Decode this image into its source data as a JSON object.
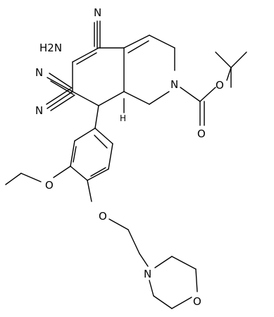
{
  "molecule": {
    "labels": {
      "amino": "H2N",
      "cyano": "N",
      "ring_nitrogen": "N",
      "oxygen": "O",
      "hydrogen": "H",
      "morpholine_nitrogen": "N"
    }
  }
}
